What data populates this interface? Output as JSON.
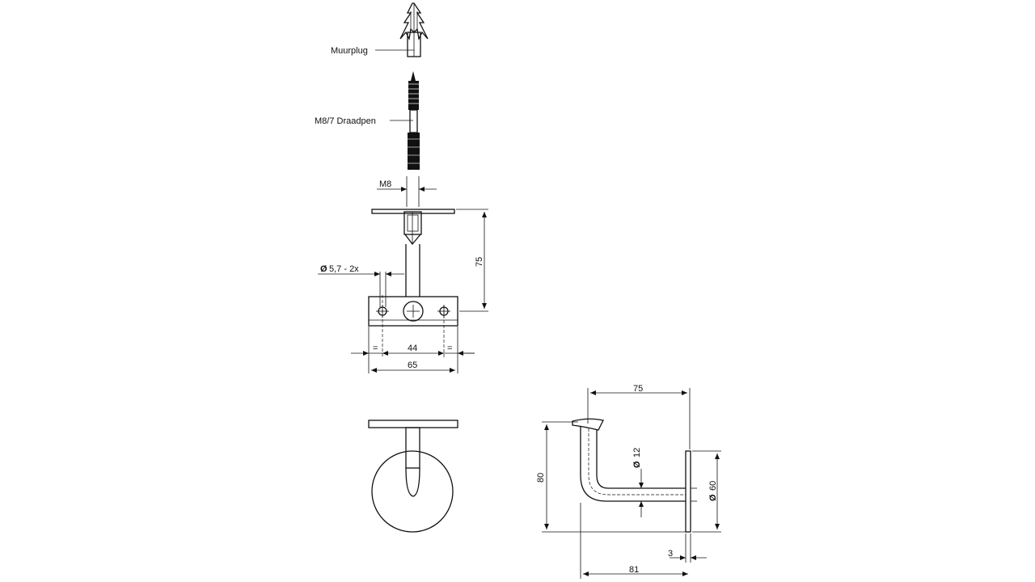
{
  "labels": {
    "wall_plug": "Muurplug",
    "threaded_pin": "M8/7 Draadpen",
    "thread_size": "M8",
    "hole_diameter": "5,7 - 2x",
    "hole_diameter_symbol": "Ø"
  },
  "dimensions": {
    "front_height": "75",
    "hole_spacing": "44",
    "equal_left": "=",
    "equal_right": "=",
    "base_width": "65",
    "side_reach": "75",
    "side_height": "80",
    "tube_diameter": "12",
    "tube_diameter_symbol": "Ø",
    "rosette_diameter": "60",
    "rosette_diameter_symbol": "Ø",
    "rosette_thickness": "3",
    "overall_depth": "81"
  }
}
